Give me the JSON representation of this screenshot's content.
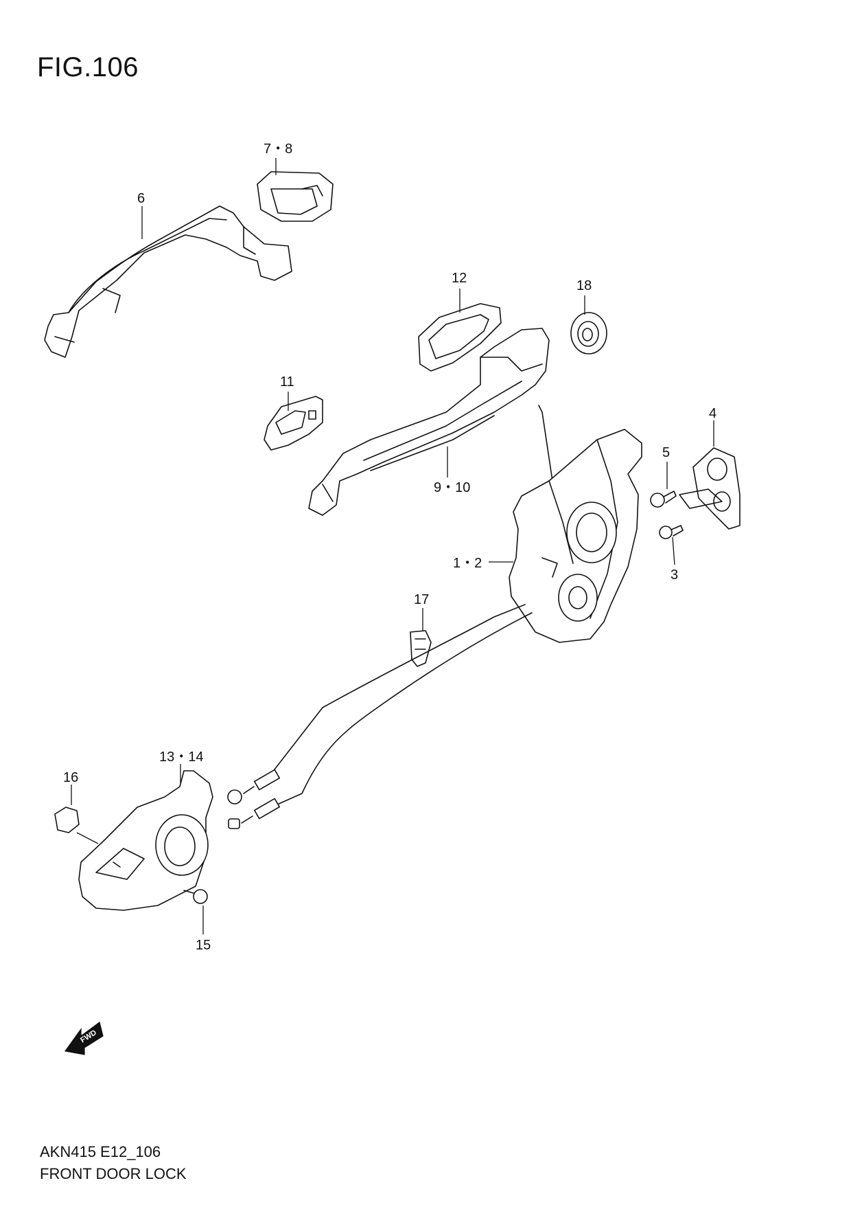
{
  "figure": {
    "title": "FIG.106"
  },
  "footer": {
    "code": "AKN415 E12_106",
    "name": "FRONT DOOR LOCK"
  },
  "fwd_badge": "FWD",
  "callouts": {
    "c6": "6",
    "c7_8": "7・8",
    "c12": "12",
    "c18": "18",
    "c11": "11",
    "c9_10": "9・10",
    "c4": "4",
    "c5": "5",
    "c3": "3",
    "c1_2": "1・2",
    "c17": "17",
    "c13_14": "13・14",
    "c16": "16",
    "c15": "15"
  }
}
